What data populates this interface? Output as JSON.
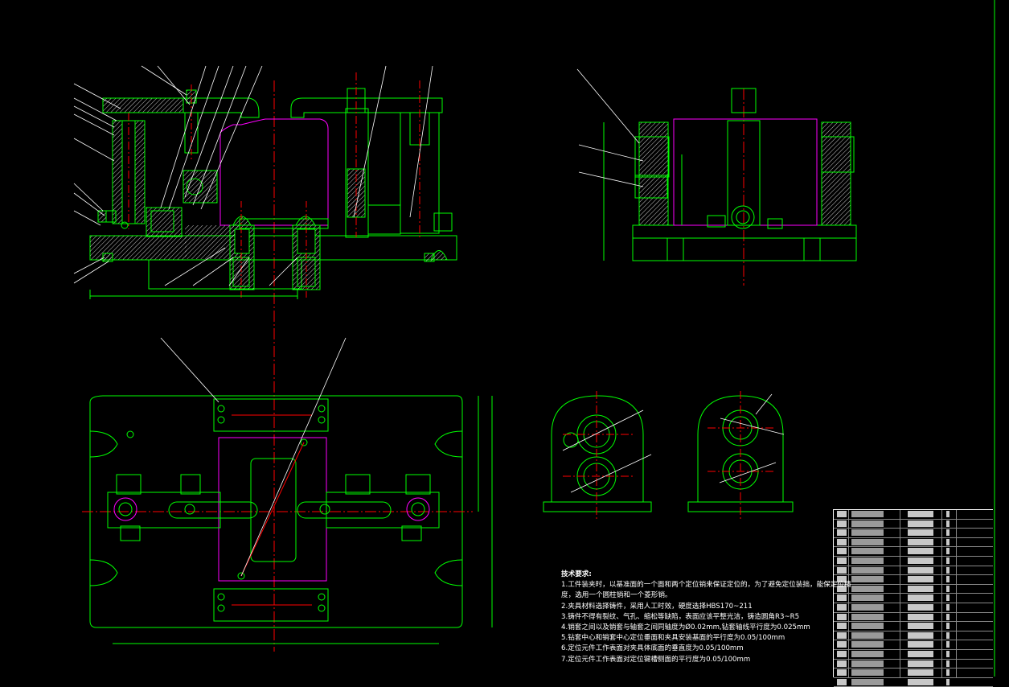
{
  "drawing": {
    "background": "#000000",
    "colors": {
      "outline": "#00ff00",
      "centerline": "#ff0000",
      "workpiece": "#ff00ff",
      "leader": "#ffffff",
      "hatch": "#ffffff",
      "dimension": "#00ff00",
      "accent": "#ffff00"
    },
    "views": [
      "front-section-view",
      "side-view",
      "top-view",
      "section-view-a",
      "section-view-b"
    ]
  },
  "notes": {
    "title": "技术要求:",
    "items": [
      "1.工件装夹时，以基准面的一个面和两个定位销来保证定位的，为了避免定位装拙，能保定位精",
      "度，选用一个圆柱销和一个菱形销。",
      "2.夹具材料选择铸件，采用人工时效，硬度选择HBS170~211",
      "3.铸件不得有裂纹、气孔、缩松等缺陷，表面应该平整光洁，铸造圆角R3~R5",
      "4.销套之间以及销套与轴套之间同轴度为Ø0.02mm,钻套轴线平行度为0.025mm",
      "5.钻套中心和销套中心定位垂面和夹具安装基面的平行度为0.05/100mm",
      "6.定位元件工作表面对夹具体底面的垂直度为0.05/100mm",
      "7.定位元件工作表面对定位键槽侧面的平行度为0.05/100mm"
    ]
  },
  "bom": {
    "row_count": 19
  }
}
